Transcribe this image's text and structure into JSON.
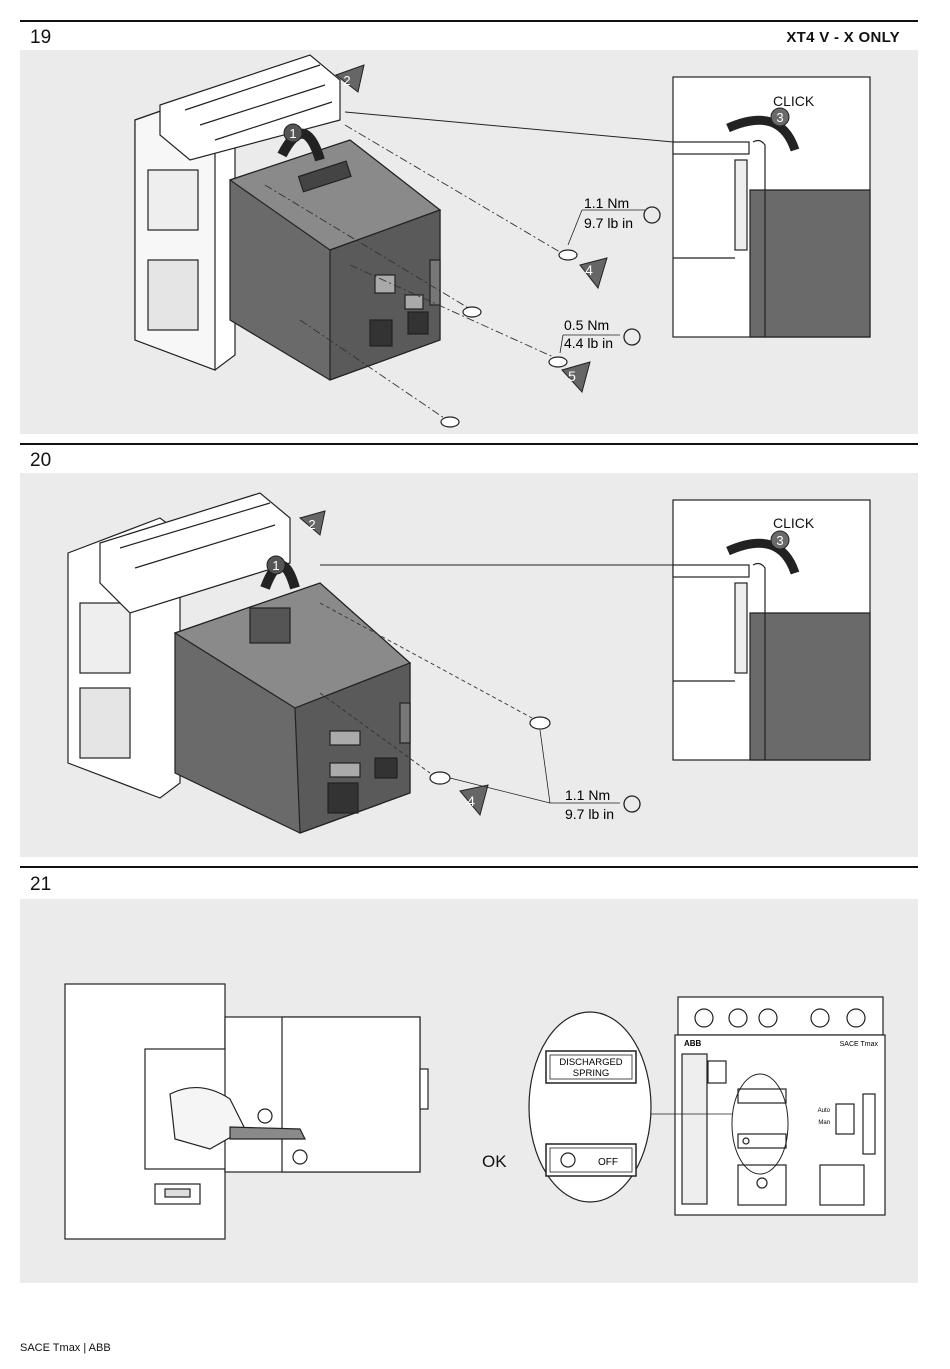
{
  "header": {
    "applicability": "XT4 V - X ONLY"
  },
  "steps": [
    {
      "number": "19",
      "callouts": {
        "click": "CLICK",
        "b1": "1",
        "b2": "2",
        "b3": "3",
        "b4": "4",
        "b5": "5"
      },
      "torques": [
        {
          "nm": "1.1 Nm",
          "lbin": "9.7 lb in"
        },
        {
          "nm": "0.5 Nm",
          "lbin": "4.4 lb in"
        }
      ]
    },
    {
      "number": "20",
      "callouts": {
        "click": "CLICK",
        "b1": "1",
        "b2": "2",
        "b3": "3",
        "b4": "4"
      },
      "torques": [
        {
          "nm": "1.1 Nm",
          "lbin": "9.7 lb in"
        }
      ]
    },
    {
      "number": "21",
      "ok_label": "OK",
      "zoom_labels": {
        "discharged_spring": [
          "DISCHARGED",
          "SPRING"
        ],
        "off": "OFF"
      },
      "front_labels": {
        "brand": "ABB",
        "model": "SACE Tmax",
        "auto": "Auto",
        "man": "Man"
      }
    }
  ],
  "footer": {
    "text": "SACE Tmax | ABB"
  }
}
